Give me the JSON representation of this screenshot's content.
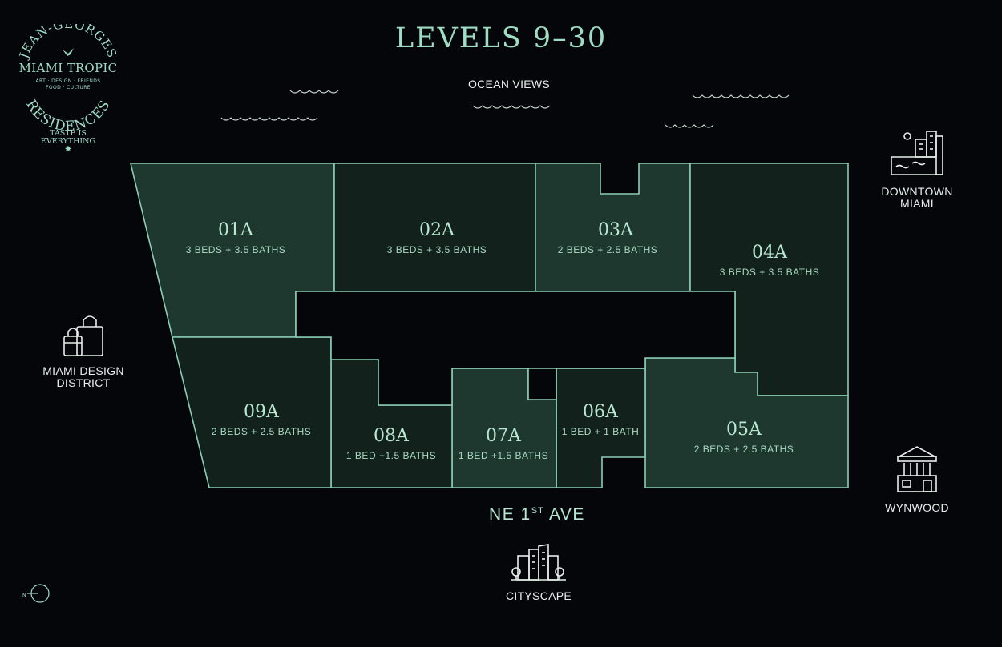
{
  "logo": {
    "arc_top": "JEAN-GEORGES",
    "name": "MIAMI TROPIC",
    "tagline_1": "ART · DESIGN · FRIENDS",
    "tagline_2": "FOOD · CULTURE",
    "arc_bottom": "RESIDENCES",
    "taste_1": "TASTE IS",
    "taste_2": "EVERYTHING",
    "star": "✸"
  },
  "title": "LEVELS 9–30",
  "ocean_label": "OCEAN VIEWS",
  "street": {
    "prefix": "NE 1",
    "sup": "ST",
    "suffix": " AVE"
  },
  "units": [
    {
      "name": "01A",
      "details": "3 BEDS + 3.5 BATHS",
      "fill": "#1e3830"
    },
    {
      "name": "02A",
      "details": "3 BEDS + 3.5 BATHS",
      "fill": "#13211d"
    },
    {
      "name": "03A",
      "details": "2 BEDS + 2.5 BATHS",
      "fill": "#1e3830"
    },
    {
      "name": "04A",
      "details": "3 BEDS + 3.5 BATHS",
      "fill": "#13211d"
    },
    {
      "name": "05A",
      "details": "2 BEDS + 2.5 BATHS",
      "fill": "#1e3830"
    },
    {
      "name": "06A",
      "details": "1 BED + 1 BATH",
      "fill": "#13211d"
    },
    {
      "name": "07A",
      "details": "1 BED +1.5 BATHS",
      "fill": "#1e3830"
    },
    {
      "name": "08A",
      "details": "1 BED +1.5 BATHS",
      "fill": "#13211d"
    },
    {
      "name": "09A",
      "details": "2 BEDS + 2.5 BATHS",
      "fill": "#13211d"
    }
  ],
  "points_of_interest": {
    "downtown": {
      "line1": "DOWNTOWN",
      "line2": "MIAMI",
      "icon": "city-waterfront-icon"
    },
    "design_district": {
      "line1": "MIAMI DESIGN",
      "line2": "DISTRICT",
      "icon": "shopping-bags-icon"
    },
    "wynwood": {
      "line1": "WYNWOOD",
      "icon": "museum-building-icon"
    },
    "cityscape": {
      "line1": "CITYSCAPE",
      "icon": "skyline-icon"
    }
  },
  "compass": {
    "label": "N"
  },
  "colors": {
    "background": "#05060a",
    "accent": "#9fdcc4",
    "outline": "#8ccdb3",
    "unit_light": "#1e3830",
    "unit_dark": "#13211d"
  }
}
